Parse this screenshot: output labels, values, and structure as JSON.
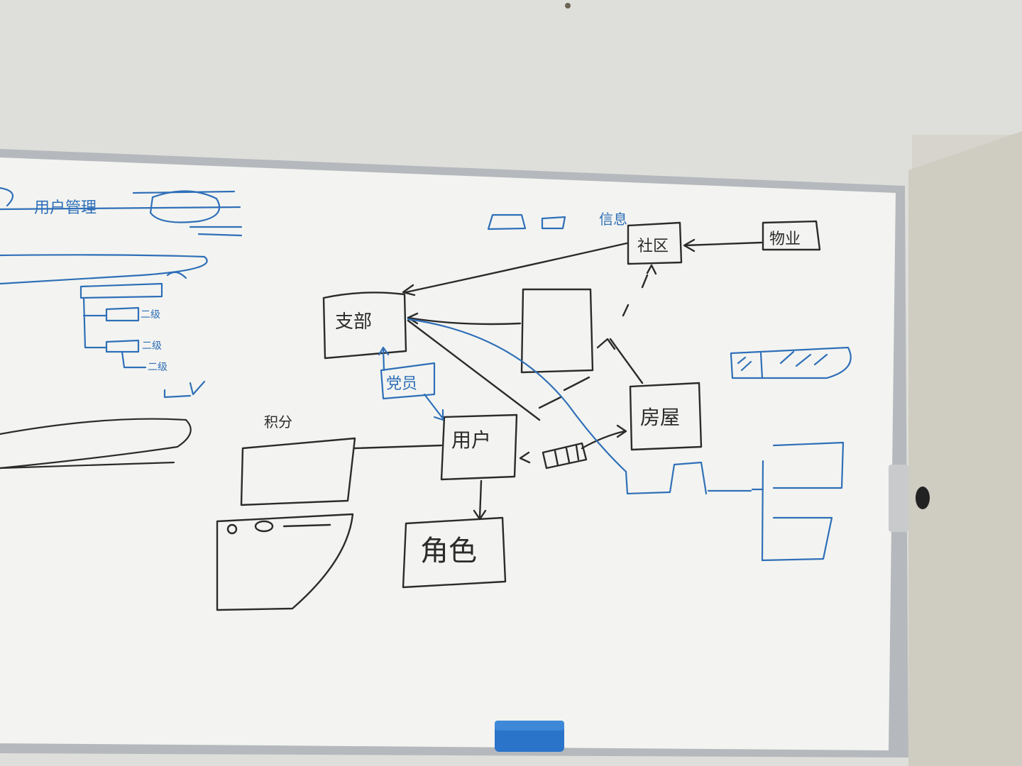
{
  "colors": {
    "wall": "#dcdcd8",
    "board": "#f3f4f2",
    "frame": "#b9bcc0",
    "ink_black": "#2b2b2b",
    "ink_blue": "#2f6fb8",
    "eraser": "#2a74c9"
  },
  "labels": {
    "zhibu": "支部",
    "yonghu": "用户",
    "jiaose": "角色",
    "jifen": "积分",
    "dangyuan": "党员",
    "shequ": "社区",
    "wuye": "物业",
    "yonghu_guanli": "用户管理",
    "fangwu": "房屋",
    "erji_1": "二级",
    "erji_2": "二级",
    "erji_3": "二级",
    "xinxi": "信息"
  }
}
